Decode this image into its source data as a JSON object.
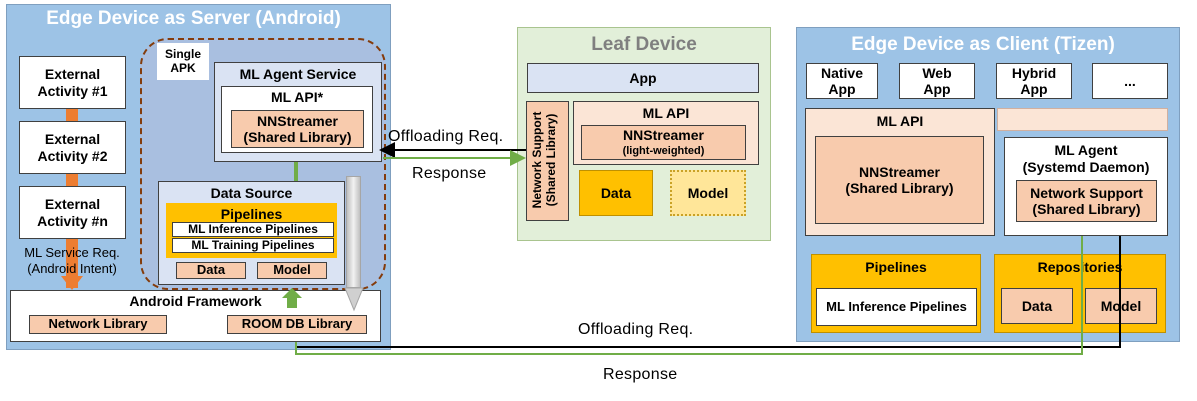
{
  "server": {
    "title": "Edge Device as Server (Android)",
    "activities": [
      "External\nActivity #1",
      "External\nActivity #2",
      "External\nActivity #n"
    ],
    "intent_label": "ML Service Req.\n(Android Intent)",
    "single_apk": "Single\nAPK",
    "agent_service": "ML Agent Service",
    "ml_api": "ML API*",
    "nnstreamer": "NNStreamer\n(Shared Library)",
    "data_source": "Data Source",
    "pipelines": "Pipelines",
    "inference_pipelines": "ML Inference Pipelines",
    "training_pipelines": "ML Training Pipelines",
    "data": "Data",
    "model": "Model",
    "framework": "Android Framework",
    "network_library": "Network Library",
    "room_db": "ROOM DB Library"
  },
  "leaf": {
    "title": "Leaf Device",
    "app": "App",
    "network_support": "Network Support\n(Shared Library)",
    "ml_api": "ML API",
    "nnstreamer": "NNStreamer",
    "nnstreamer_sub": "(light-weighted)",
    "data": "Data",
    "model": "Model"
  },
  "client": {
    "title": "Edge Device as Client (Tizen)",
    "apps": [
      "Native\nApp",
      "Web\nApp",
      "Hybrid\nApp",
      "..."
    ],
    "ml_api": "ML API",
    "nnstreamer": "NNStreamer\n(Shared Library)",
    "ml_agent": "ML Agent\n(Systemd Daemon)",
    "network_support": "Network Support\n(Shared Library)",
    "pipelines": "Pipelines",
    "inference_pipelines": "ML Inference  Pipelines",
    "repositories": "Repositories",
    "data": "Data",
    "model": "Model"
  },
  "arrows": {
    "offloading_top": "Offloading Req.",
    "response_top": "Response",
    "offloading_bottom": "Offloading Req.",
    "response_bottom": "Response"
  },
  "colors": {
    "panel_blue": "#9dc3e6",
    "panel_green": "#e2efd9",
    "accent_orange": "#ed7d31",
    "accent_green": "#70ad47",
    "gold": "#ffc000"
  }
}
